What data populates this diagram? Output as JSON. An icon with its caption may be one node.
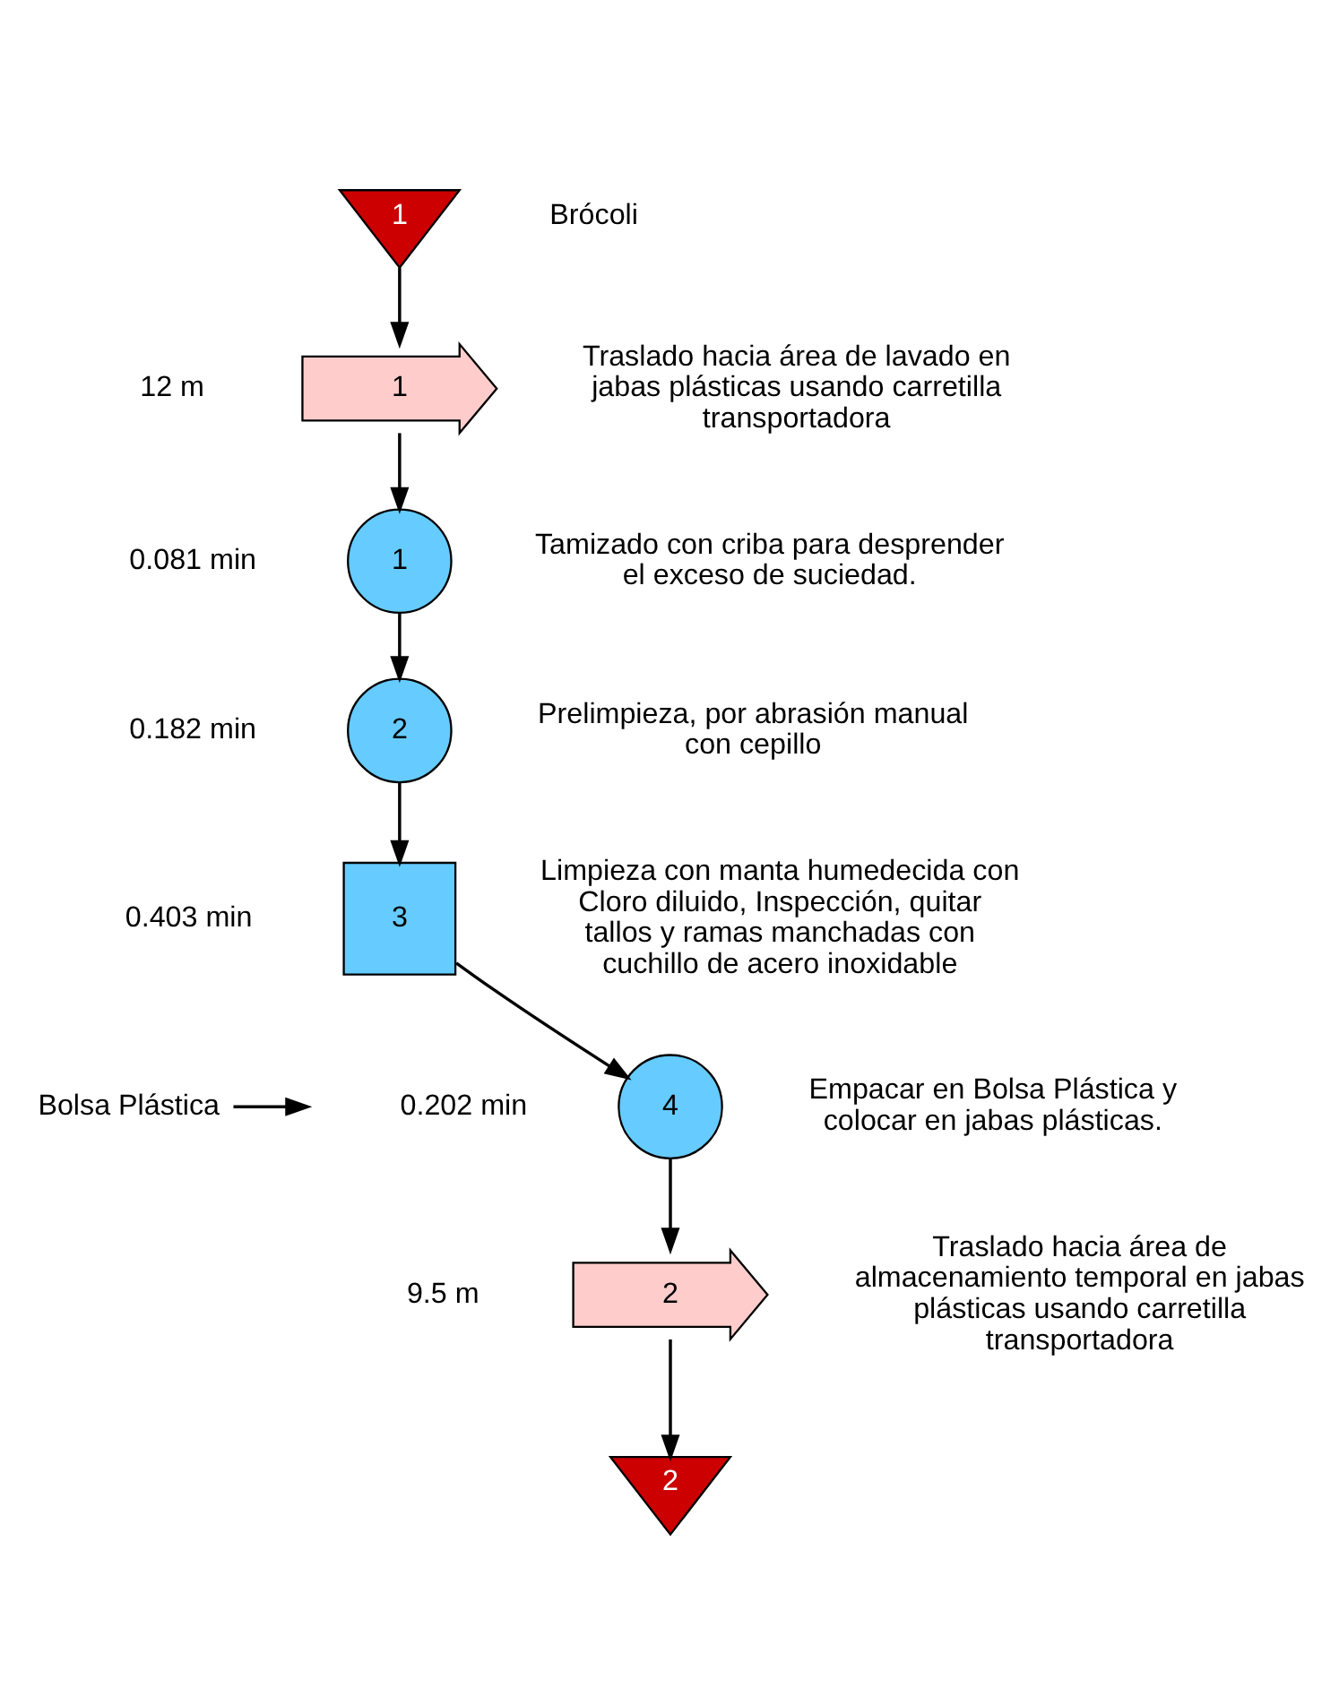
{
  "diagram": {
    "nodes": [
      {
        "text": [
          "1"
        ],
        "beside": [
          "Brócoli"
        ]
      },
      {
        "text": [
          "1"
        ],
        "beside": [
          "12 m",
          "Traslado hacia área de lavado en jabas plásticas usando carretilla transportadora"
        ]
      },
      {
        "text": [
          "1"
        ],
        "beside": [
          "0.081 min",
          "Tamizado con criba para desprender el exceso de suciedad."
        ]
      },
      {
        "text": [
          "2"
        ],
        "beside": [
          "0.182 min",
          "Prelimpieza, por abrasión manual con cepillo"
        ]
      },
      {
        "text": [
          "3"
        ],
        "beside": [
          "0.403 min",
          "Limpieza con manta humedecida con Cloro diluido, Inspección, quitar tallos y ramas manchadas con cuchillo de acero inoxidable"
        ]
      },
      {
        "text": [
          "4"
        ],
        "beside": [
          "0.202 min",
          "Empacar en Bolsa Plástica y colocar en jabas plásticas."
        ]
      },
      {
        "text": [
          "2"
        ],
        "beside": [
          "9.5 m",
          "Traslado hacia área de almacenamiento temporal en jabas plásticas usando carretilla transportadora"
        ]
      },
      {
        "text": [
          "2"
        ]
      },
      {
        "text": [
          "Bolsa Plástica"
        ]
      }
    ],
    "edges": [
      {
        "from": 0,
        "to": 1,
        "arrow": "to"
      },
      {
        "from": 1,
        "to": 2,
        "arrow": "to"
      },
      {
        "from": 2,
        "to": 3,
        "arrow": "to"
      },
      {
        "from": 3,
        "to": 4,
        "arrow": "to"
      },
      {
        "from": 4,
        "to": 5,
        "arrow": "to"
      },
      {
        "from": 5,
        "to": 6,
        "arrow": "to"
      },
      {
        "from": 6,
        "to": 7,
        "arrow": "to"
      },
      {
        "from": 8,
        "to": null,
        "arrow": "to"
      }
    ]
  }
}
